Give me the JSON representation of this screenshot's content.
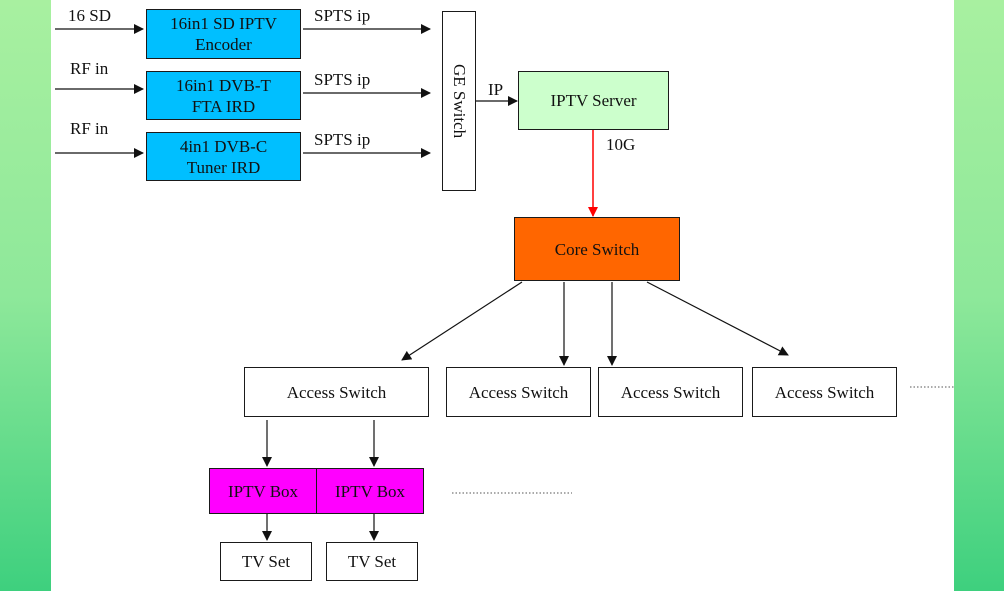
{
  "inputs": [
    {
      "source": "16 SD",
      "device": [
        "16in1 SD IPTV",
        "Encoder"
      ],
      "output": "SPTS ip"
    },
    {
      "source": "RF in",
      "device": [
        "16in1 DVB-T",
        "FTA IRD"
      ],
      "output": "SPTS ip"
    },
    {
      "source": "RF in",
      "device": [
        "4in1 DVB-C",
        "Tuner IRD"
      ],
      "output": "SPTS ip"
    }
  ],
  "ge_switch": "GE Switch",
  "ip_label": "IP",
  "iptv_server": "IPTV Server",
  "uplink_label": "10G",
  "core_switch": "Core Switch",
  "access_switches": [
    "Access Switch",
    "Access Switch",
    "Access Switch",
    "Access Switch"
  ],
  "iptv_boxes": [
    "IPTV Box",
    "IPTV Box"
  ],
  "tv_sets": [
    "TV Set",
    "TV Set"
  ],
  "colors": {
    "device_fill": "#00bfff",
    "server_fill": "#ccffcc",
    "core_fill": "#ff6600",
    "box_fill": "#ff00ff",
    "uplink_arrow": "#ff0000",
    "background_gradient": [
      "#a8f0a0",
      "#3ed07e"
    ]
  }
}
